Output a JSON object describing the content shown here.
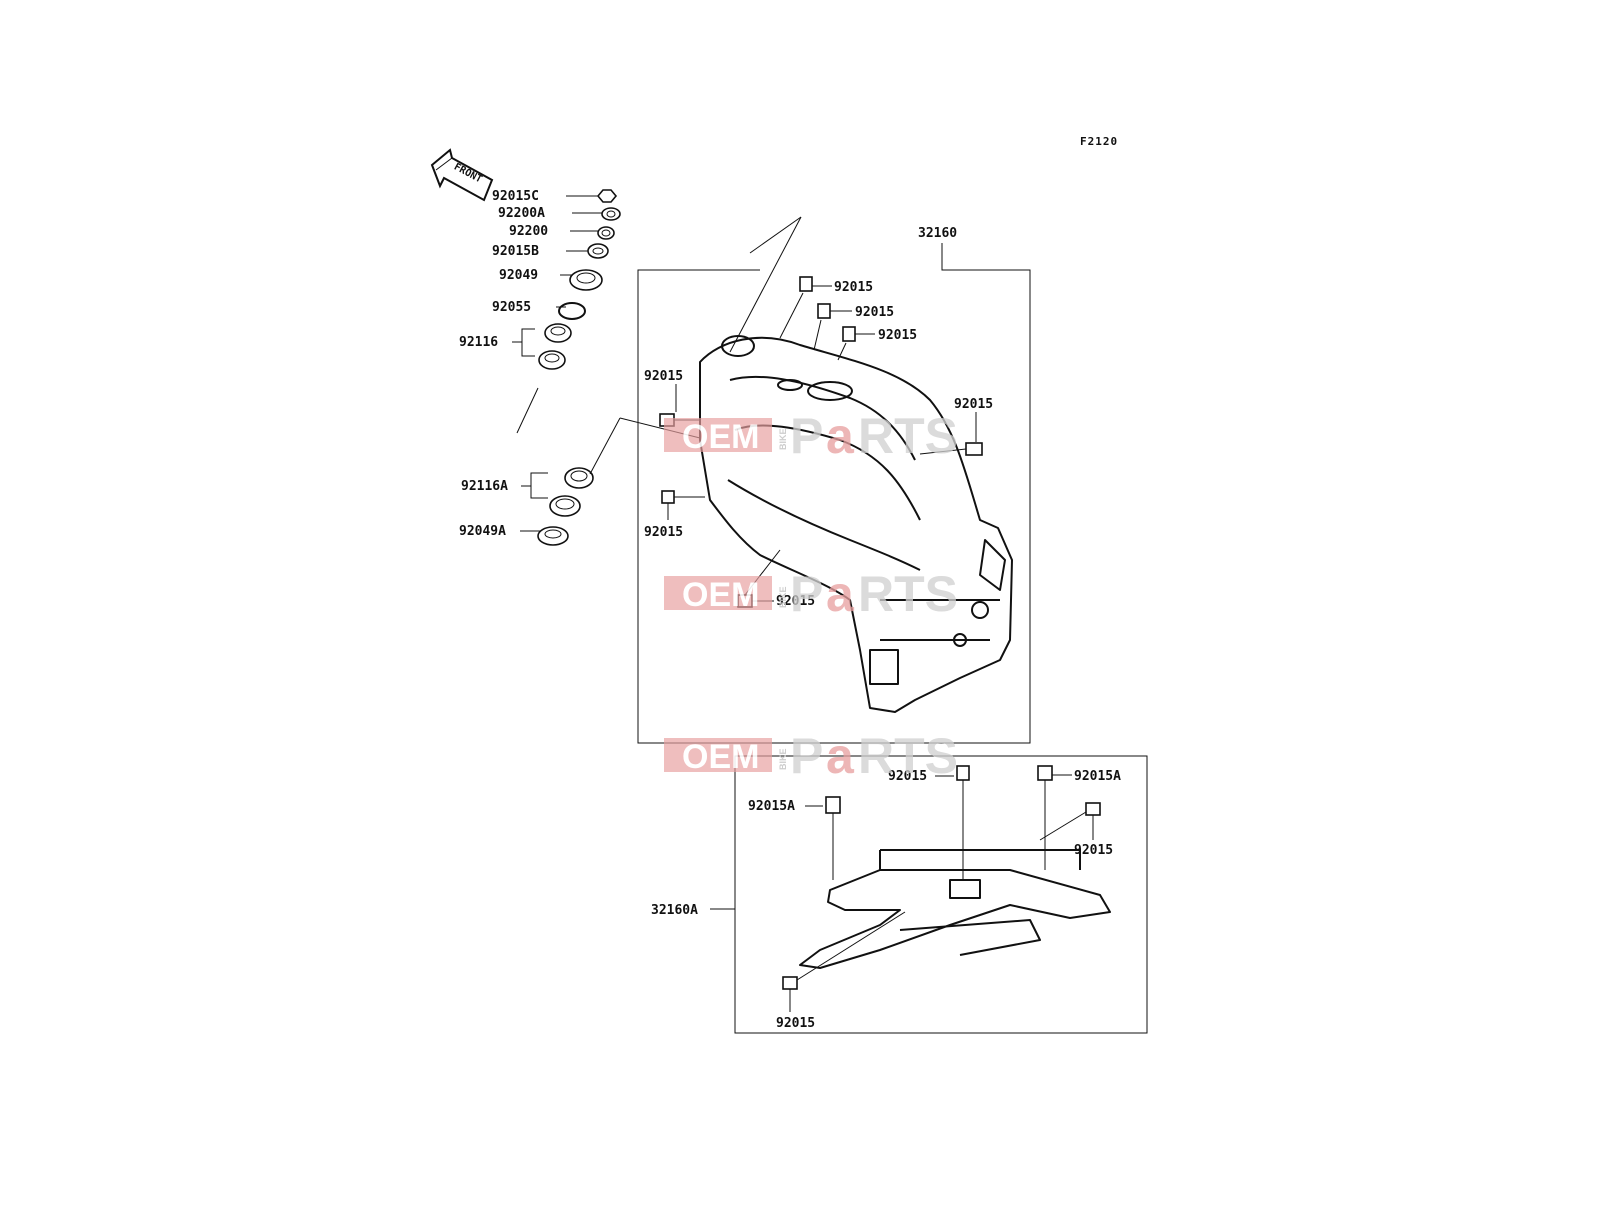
{
  "figure_code": "F2120",
  "front_marker": "FRONT",
  "watermark": {
    "oem": "OEM",
    "bike": "BIKE",
    "parts_p": "P",
    "parts_a": "a",
    "parts_rts": "RTS"
  },
  "labels": {
    "p92015C": "92015C",
    "p92200A": "92200A",
    "p92200": "92200",
    "p92015B": "92015B",
    "p92049": "92049",
    "p92055": "92055",
    "p92116": "92116",
    "p92116A": "92116A",
    "p92049A": "92049A",
    "p32160": "32160",
    "p32160A": "32160A",
    "p92015_a": "92015",
    "p92015_b": "92015",
    "p92015_c": "92015",
    "p92015_d": "92015",
    "p92015_e": "92015",
    "p92015_f": "92015",
    "p92015_g": "92015",
    "p92015_h": "92015",
    "p92015_i": "92015",
    "p92015_j": "92015",
    "p92015A_a": "92015A",
    "p92015A_b": "92015A"
  }
}
